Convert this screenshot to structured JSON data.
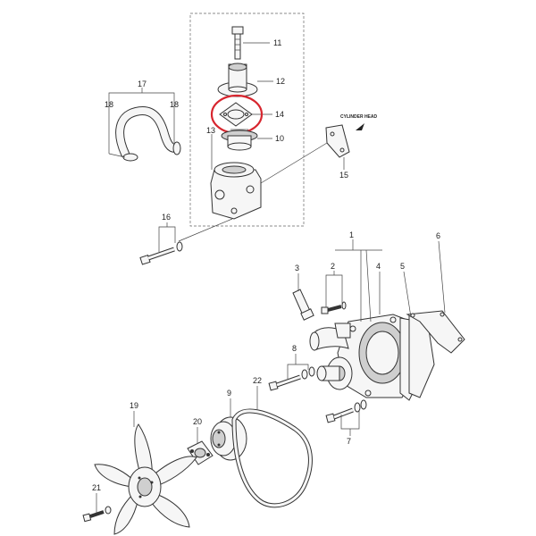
{
  "diagram": {
    "callouts": {
      "p1": "1",
      "p2": "2",
      "p3": "3",
      "p4": "4",
      "p5": "5",
      "p6": "6",
      "p7": "7",
      "p8": "8",
      "p9": "9",
      "p10": "10",
      "p11": "11",
      "p12": "12",
      "p13": "13",
      "p14": "14",
      "p15": "15",
      "p16": "16",
      "p17": "17",
      "p18a": "18",
      "p18b": "18",
      "p19": "19",
      "p20": "20",
      "p21": "21",
      "p22": "22"
    },
    "note": "CYLINDER HEAD",
    "highlight_color": "#d7262f"
  }
}
